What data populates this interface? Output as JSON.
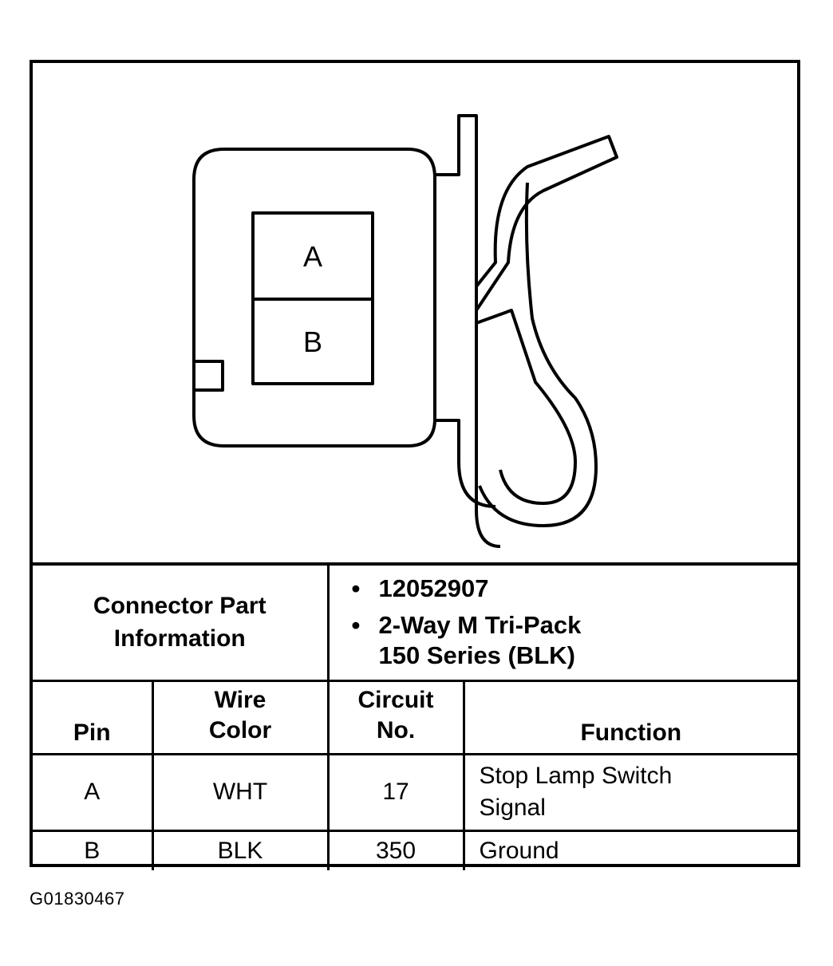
{
  "connector": {
    "cavities": [
      "A",
      "B"
    ]
  },
  "part_info": {
    "label_line1": "Connector Part",
    "label_line2": "Information",
    "bullet": "•",
    "part_number": "12052907",
    "description_line1": "2-Way M Tri-Pack",
    "description_line2": "150 Series (BLK)"
  },
  "table": {
    "headers": {
      "pin": "Pin",
      "wire_color_line1": "Wire",
      "wire_color_line2": "Color",
      "circuit_line1": "Circuit",
      "circuit_line2": "No.",
      "function": "Function"
    },
    "rows": [
      {
        "pin": "A",
        "wire_color": "WHT",
        "circuit": "17",
        "function_line1": "Stop Lamp Switch",
        "function_line2": "Signal"
      },
      {
        "pin": "B",
        "wire_color": "BLK",
        "circuit": "350",
        "function_line1": "Ground",
        "function_line2": ""
      }
    ]
  },
  "figure_code": "G01830467"
}
